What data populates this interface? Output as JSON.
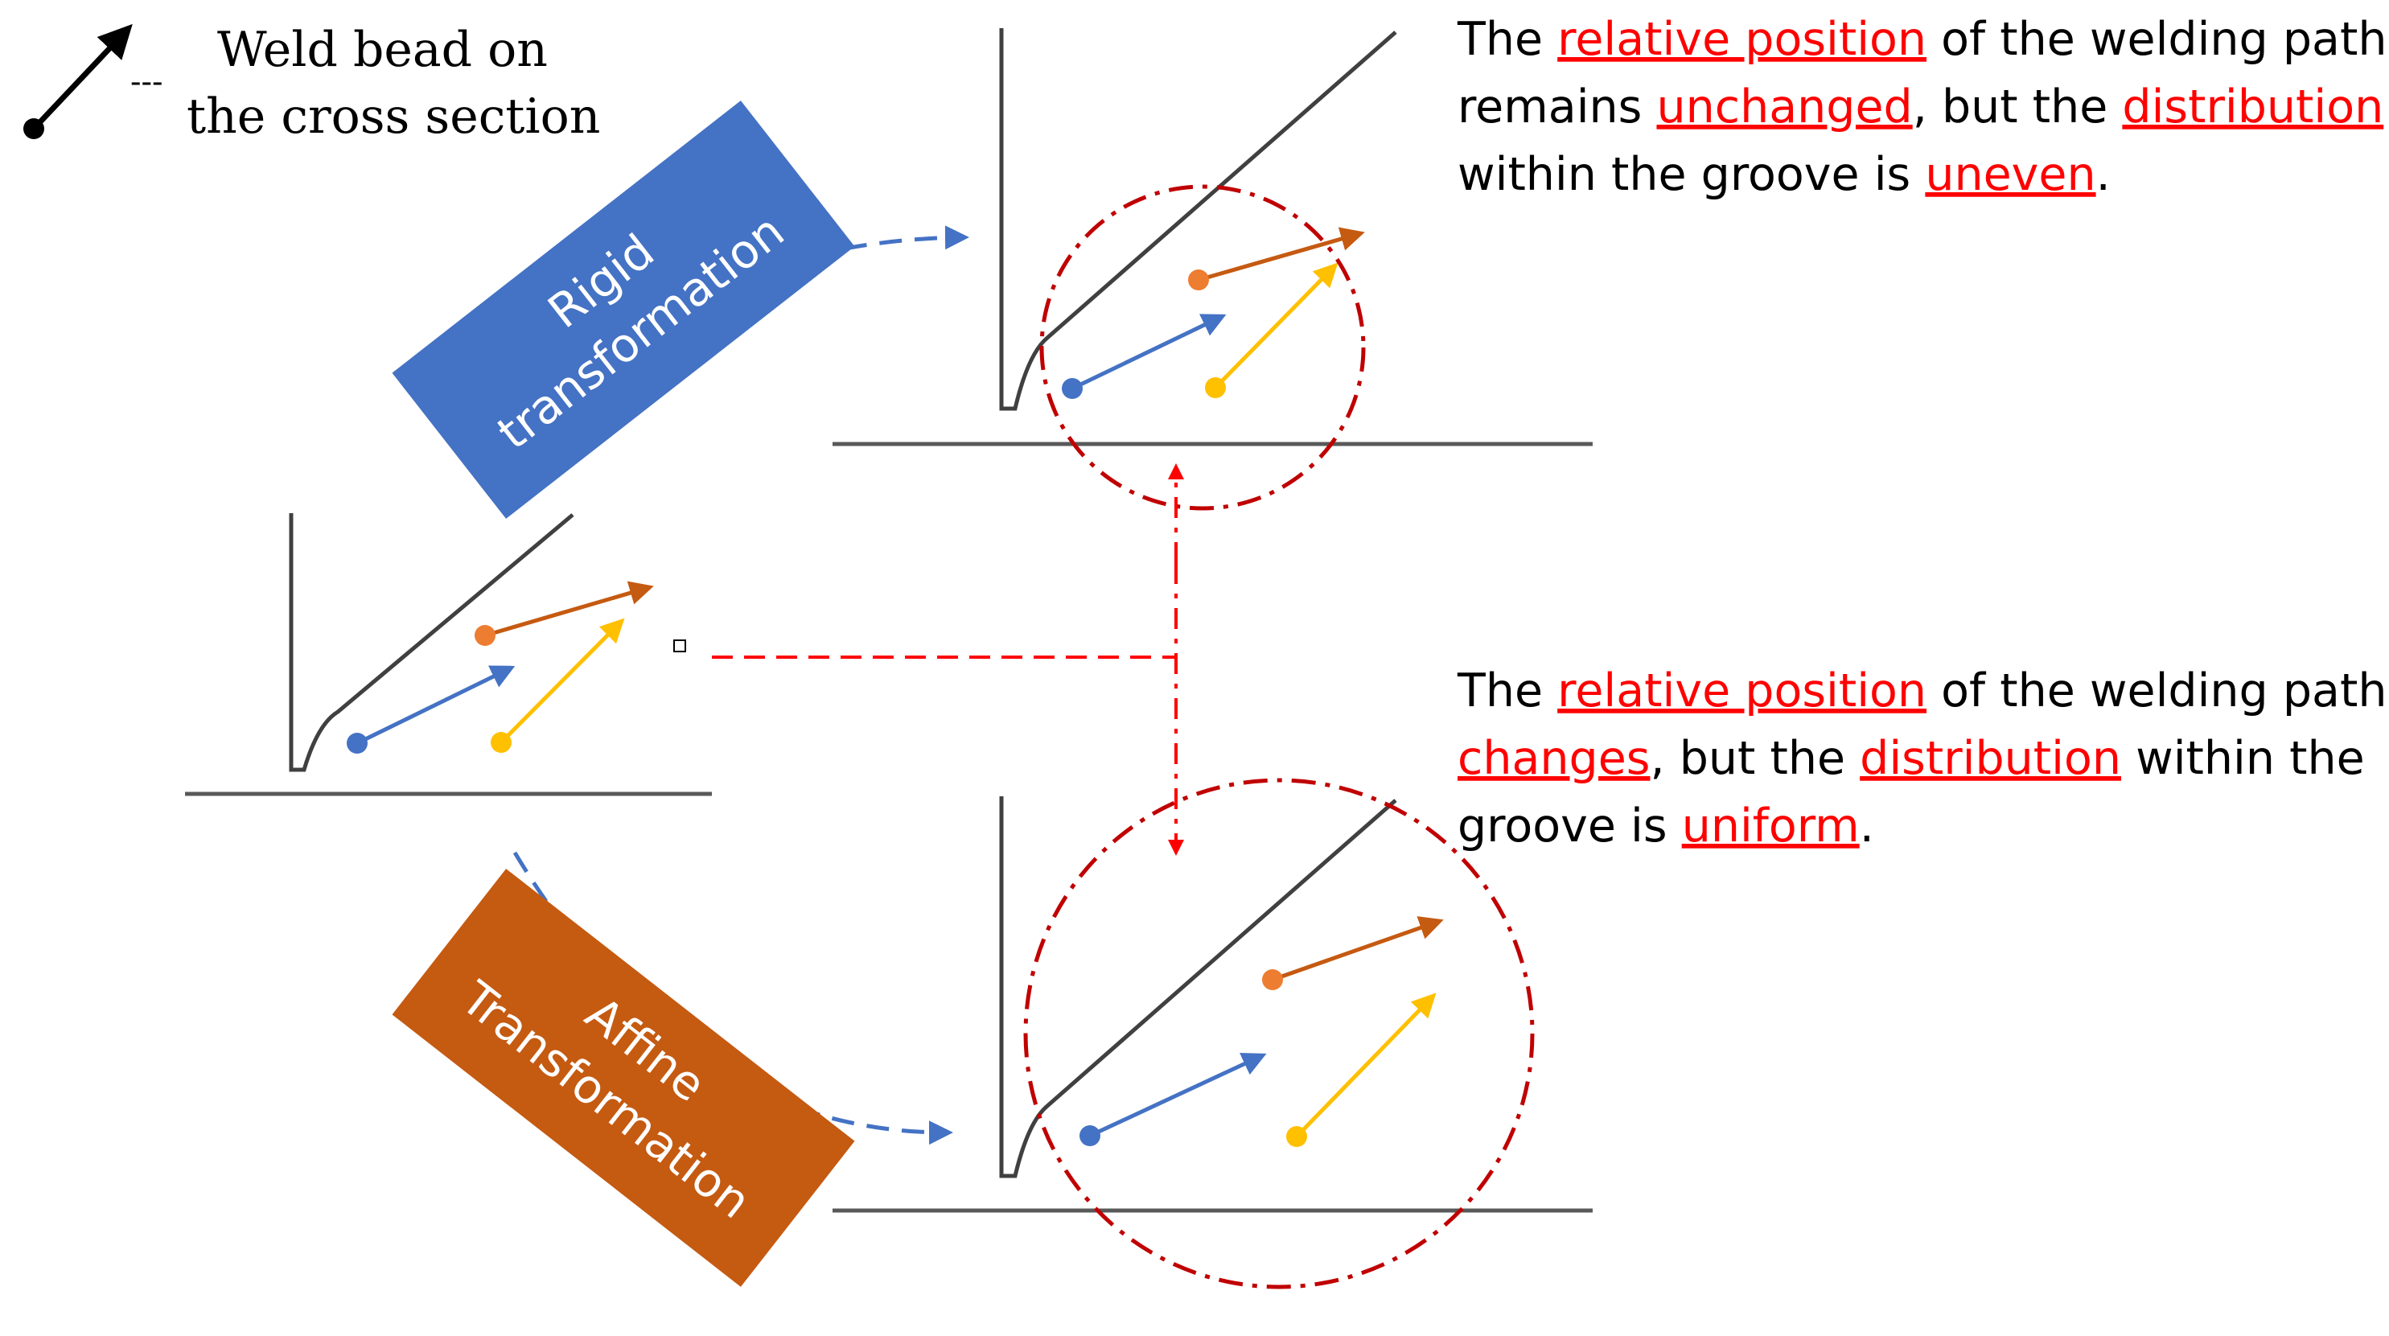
{
  "legend": {
    "line1": "Weld bead on",
    "line2": "the cross section",
    "separator": "---"
  },
  "banners": {
    "rigid": {
      "line1": "Rigid",
      "line2": "transformation",
      "color": "#4472c4"
    },
    "affine": {
      "line1": "Affine",
      "line2": "Transformation",
      "color": "#c55a11"
    }
  },
  "top_desc": {
    "l1": {
      "a": "The ",
      "b": "relative position",
      "c": " of the welding path"
    },
    "l2": {
      "a": "remains ",
      "b": "unchanged",
      "c": ", but the ",
      "d": "distribution"
    },
    "l3": {
      "a": "within the groove is ",
      "b": "uneven",
      "c": "."
    }
  },
  "bottom_desc": {
    "l1": {
      "a": "The ",
      "b": "relative position",
      "c": " of the welding path"
    },
    "l2": {
      "a": "changes",
      "b": ", but the ",
      "c": "distribution",
      "d": " within the"
    },
    "l3": {
      "a": "groove is ",
      "b": "uniform",
      "c": "."
    }
  },
  "colors": {
    "blue_bead": "#4472c4",
    "orange_bead": "#ed7d31",
    "yellow_bead": "#ffc000",
    "red_dashed": "#ff0000",
    "circle": "#c00000",
    "flow_arrow": "#4472c4",
    "highlight_text": "#ff0000"
  }
}
